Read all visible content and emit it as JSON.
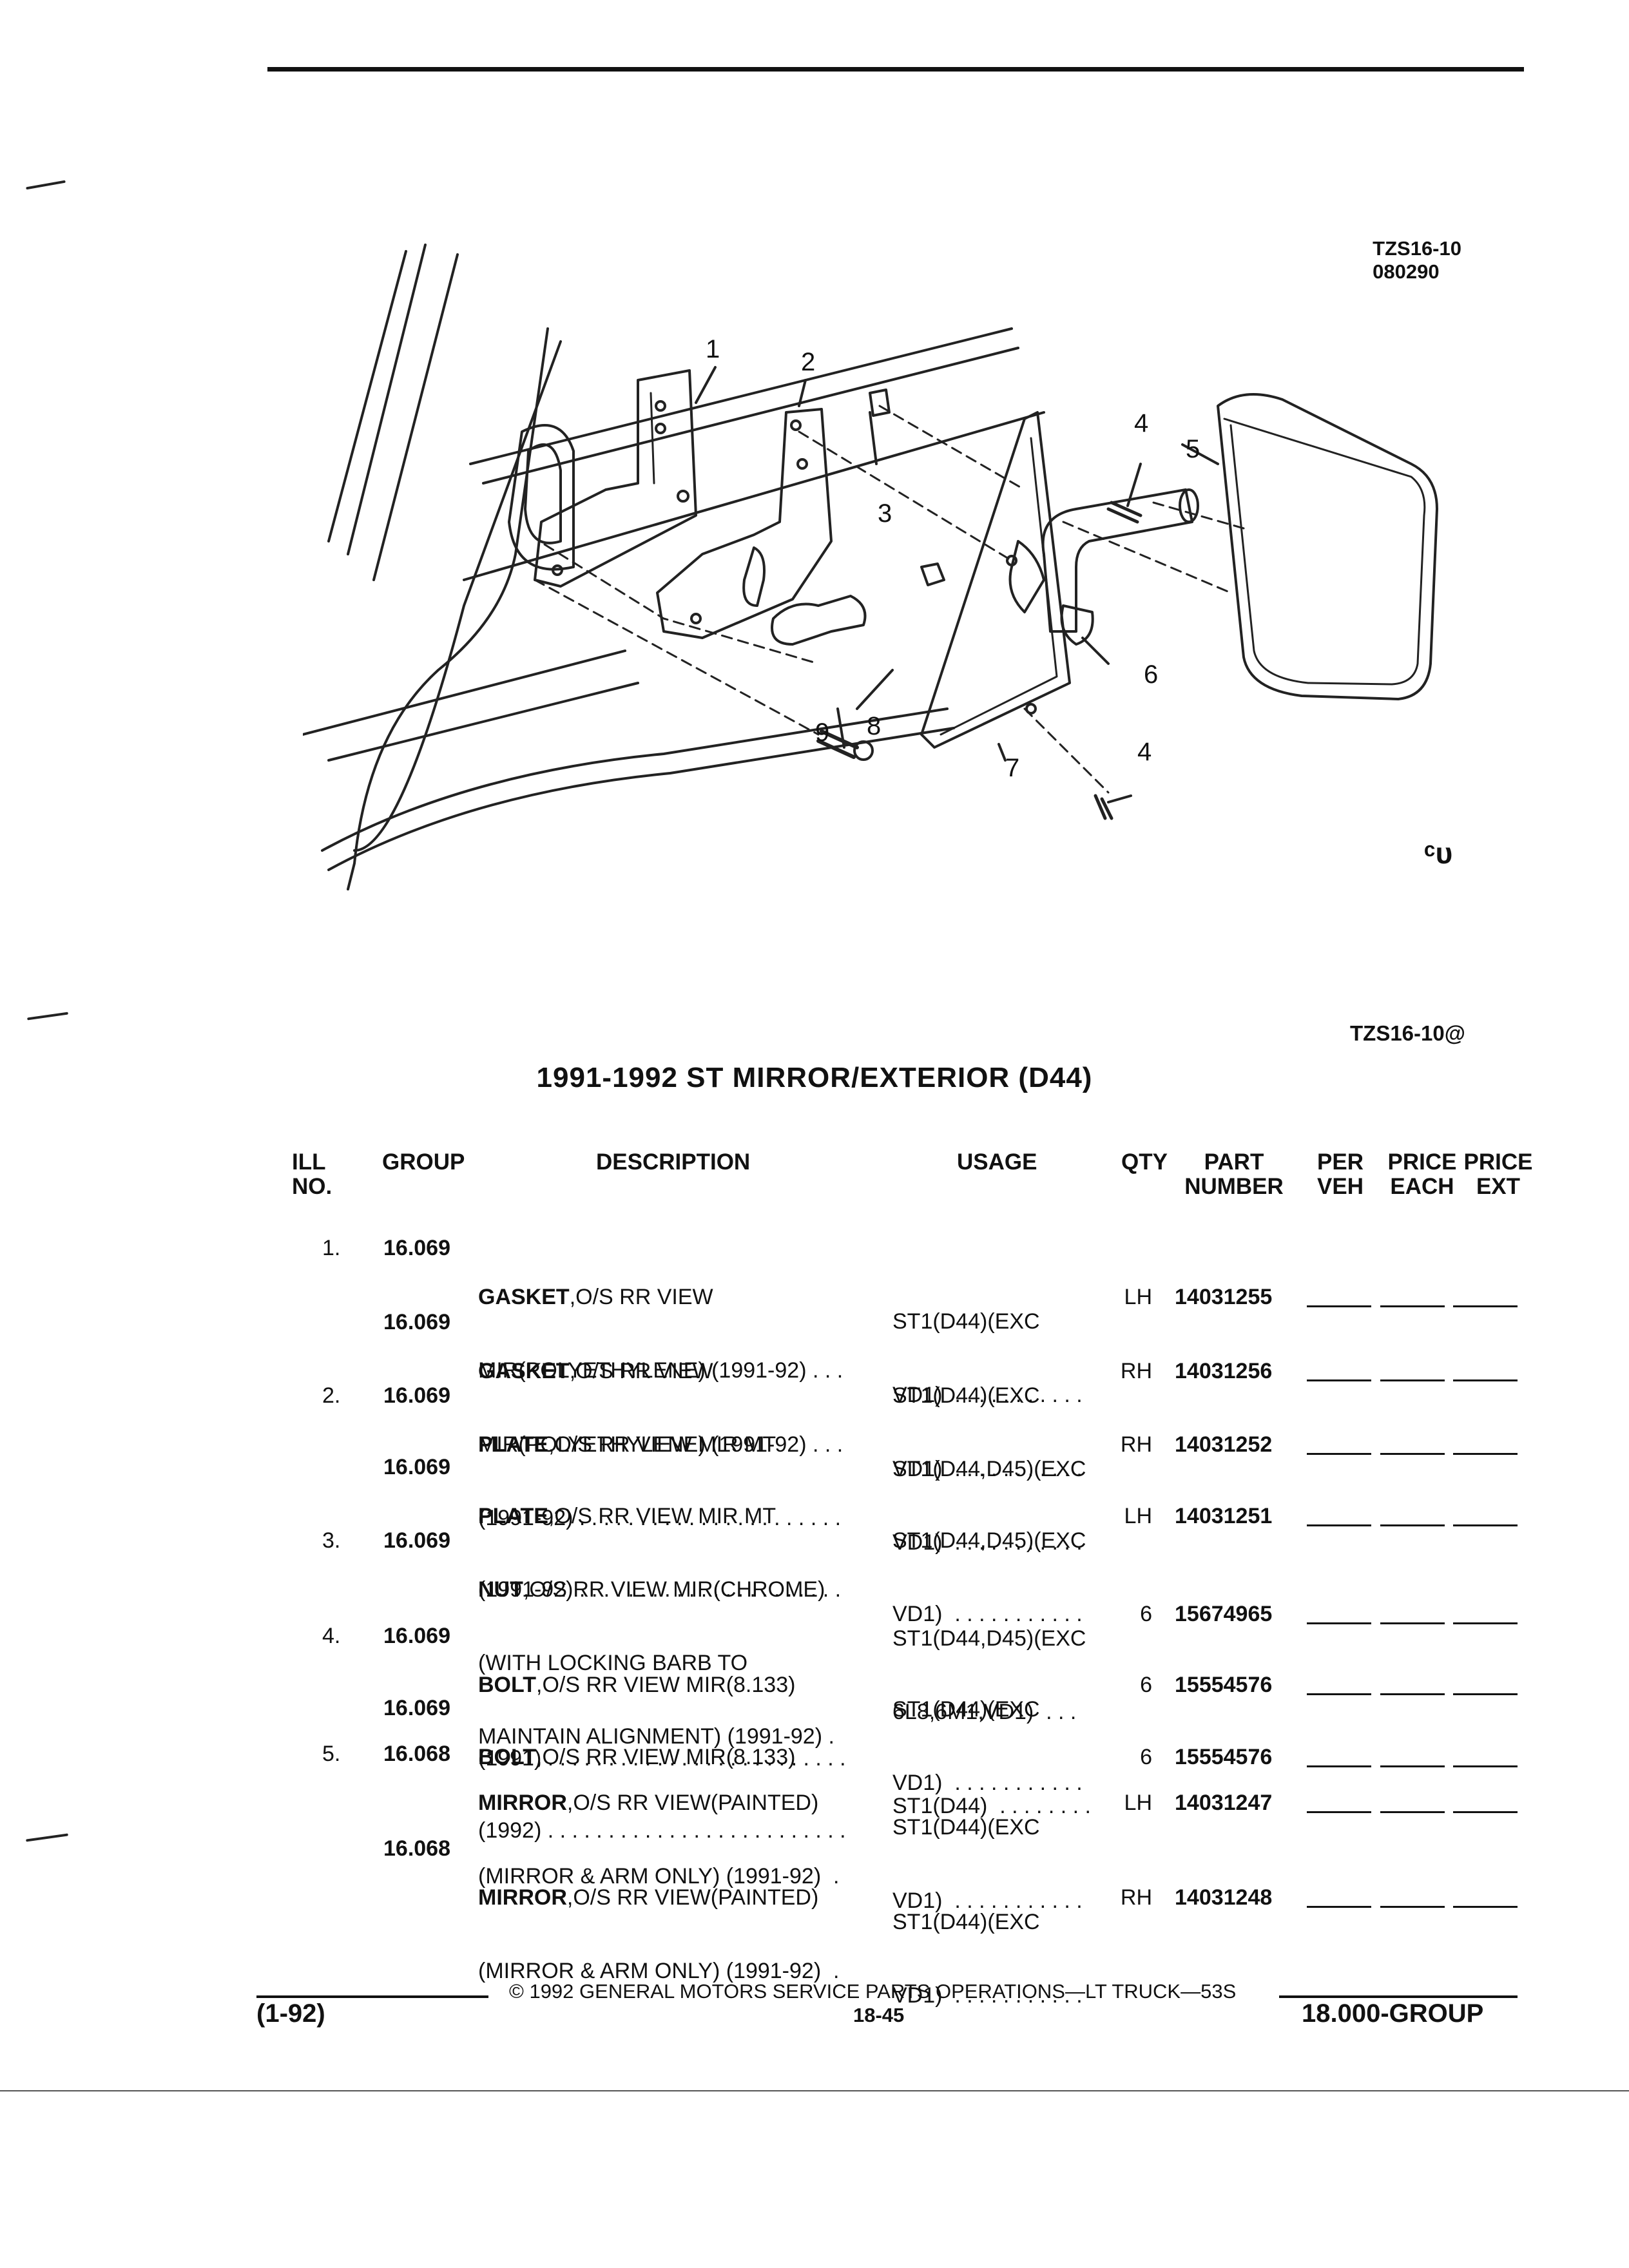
{
  "header": {
    "drawing_code": "TZS16-10",
    "drawing_date": "080290",
    "figure_ref": "TZS16-10@"
  },
  "diagram": {
    "callouts": [
      "1",
      "2",
      "3",
      "4",
      "5",
      "6",
      "7",
      "8",
      "9",
      "4"
    ],
    "logo_mark": "ᶜᴜ"
  },
  "title": "1991-1992 ST MIRROR/EXTERIOR (D44)",
  "columns": {
    "ill_no": [
      "ILL",
      "NO."
    ],
    "group": "GROUP",
    "description": "DESCRIPTION",
    "usage": "USAGE",
    "qty": "QTY",
    "part_number": [
      "PART",
      "NUMBER"
    ],
    "per_veh": [
      "PER",
      "VEH"
    ],
    "price_each": [
      "PRICE",
      "EACH"
    ],
    "price_ext": [
      "PRICE",
      "EXT"
    ]
  },
  "rows": [
    {
      "ill": "1.",
      "group": "16.069",
      "name": "GASKET",
      "desc1": ",O/S RR VIEW",
      "desc2": "MIR(POLYETHYLENE) (1991-92) . . .",
      "usage1": "ST1(D44)(EXC",
      "usage2": "VD1)  . . . . . . . . . . .",
      "qty": "LH",
      "part": "14031255"
    },
    {
      "ill": "",
      "group": "16.069",
      "name": "GASKET",
      "desc1": ",O/S RR VIEW",
      "desc2": "MIR(POLYETHYLENE) (1991-92) . . .",
      "usage1": "ST1(D44)(EXC",
      "usage2": "VD1)  . . . . . . . . . . .",
      "qty": "RH",
      "part": "14031256"
    },
    {
      "ill": "2.",
      "group": "16.069",
      "name": "PLATE",
      "desc1": ",O/S RR VIEW MIR MT",
      "desc2": "(1991-92) . . . . . . . . . . . . . . . . . . . . . .",
      "usage1": "ST1(D44,D45)(EXC",
      "usage2": "VD1)  . . . . . . . . . . .",
      "qty": "RH",
      "part": "14031252"
    },
    {
      "ill": "",
      "group": "16.069",
      "name": "PLATE",
      "desc1": ",O/S RR VIEW MIR MT",
      "desc2": "(1991-92) . . . . . . . . . . . . . . . . . . . . . .",
      "usage1": "ST1(D44,D45)(EXC",
      "usage2": "VD1)  . . . . . . . . . . .",
      "qty": "LH",
      "part": "14031251"
    },
    {
      "ill": "3.",
      "group": "16.069",
      "name": "NUT",
      "desc1": ",O/S RR VIEW MIR(CHROME)",
      "desc2": "(WITH LOCKING BARB TO",
      "desc3": "MAINTAIN ALIGNMENT) (1991-92) .",
      "usage1": "ST1(D44,D45)(EXC",
      "usage2": "6L8,6M1,VD1)  . . .",
      "qty": "6",
      "part": "15674965"
    },
    {
      "ill": "4.",
      "group": "16.069",
      "name": "BOLT",
      "desc1": ",O/S RR VIEW MIR(8.133)",
      "desc2": "(1991) . . . . . . . . . . . . . . . . . . . . . . . . .",
      "usage1": "ST1(D44)(EXC",
      "usage2": "VD1)  . . . . . . . . . . .",
      "qty": "6",
      "part": "15554576"
    },
    {
      "ill": "",
      "group": "16.069",
      "name": "BOLT",
      "desc1": ",O/S RR VIEW MIR(8.133)",
      "desc2": "(1992) . . . . . . . . . . . . . . . . . . . . . . . . .",
      "usage1": "ST1(D44)  . . . . . . . .",
      "usage2": "",
      "qty": "6",
      "part": "15554576"
    },
    {
      "ill": "5.",
      "group": "16.068",
      "name": "MIRROR",
      "desc1": ",O/S RR VIEW(PAINTED)",
      "desc2": "(MIRROR & ARM ONLY) (1991-92)  .",
      "usage1": "ST1(D44)(EXC",
      "usage2": "VD1)  . . . . . . . . . . .",
      "qty": "LH",
      "part": "14031247"
    },
    {
      "ill": "",
      "group": "16.068",
      "name": "MIRROR",
      "desc1": ",O/S RR VIEW(PAINTED)",
      "desc2": "(MIRROR & ARM ONLY) (1991-92)  .",
      "usage1": "ST1(D44)(EXC",
      "usage2": "VD1)  . . . . . . . . . . .",
      "qty": "RH",
      "part": "14031248"
    }
  ],
  "footer": {
    "copyright": "© 1992 GENERAL MOTORS SERVICE PARTS OPERATIONS—LT TRUCK—53S",
    "date_code": "(1-92)",
    "page": "18-45",
    "group_label": "18.000-GROUP"
  }
}
